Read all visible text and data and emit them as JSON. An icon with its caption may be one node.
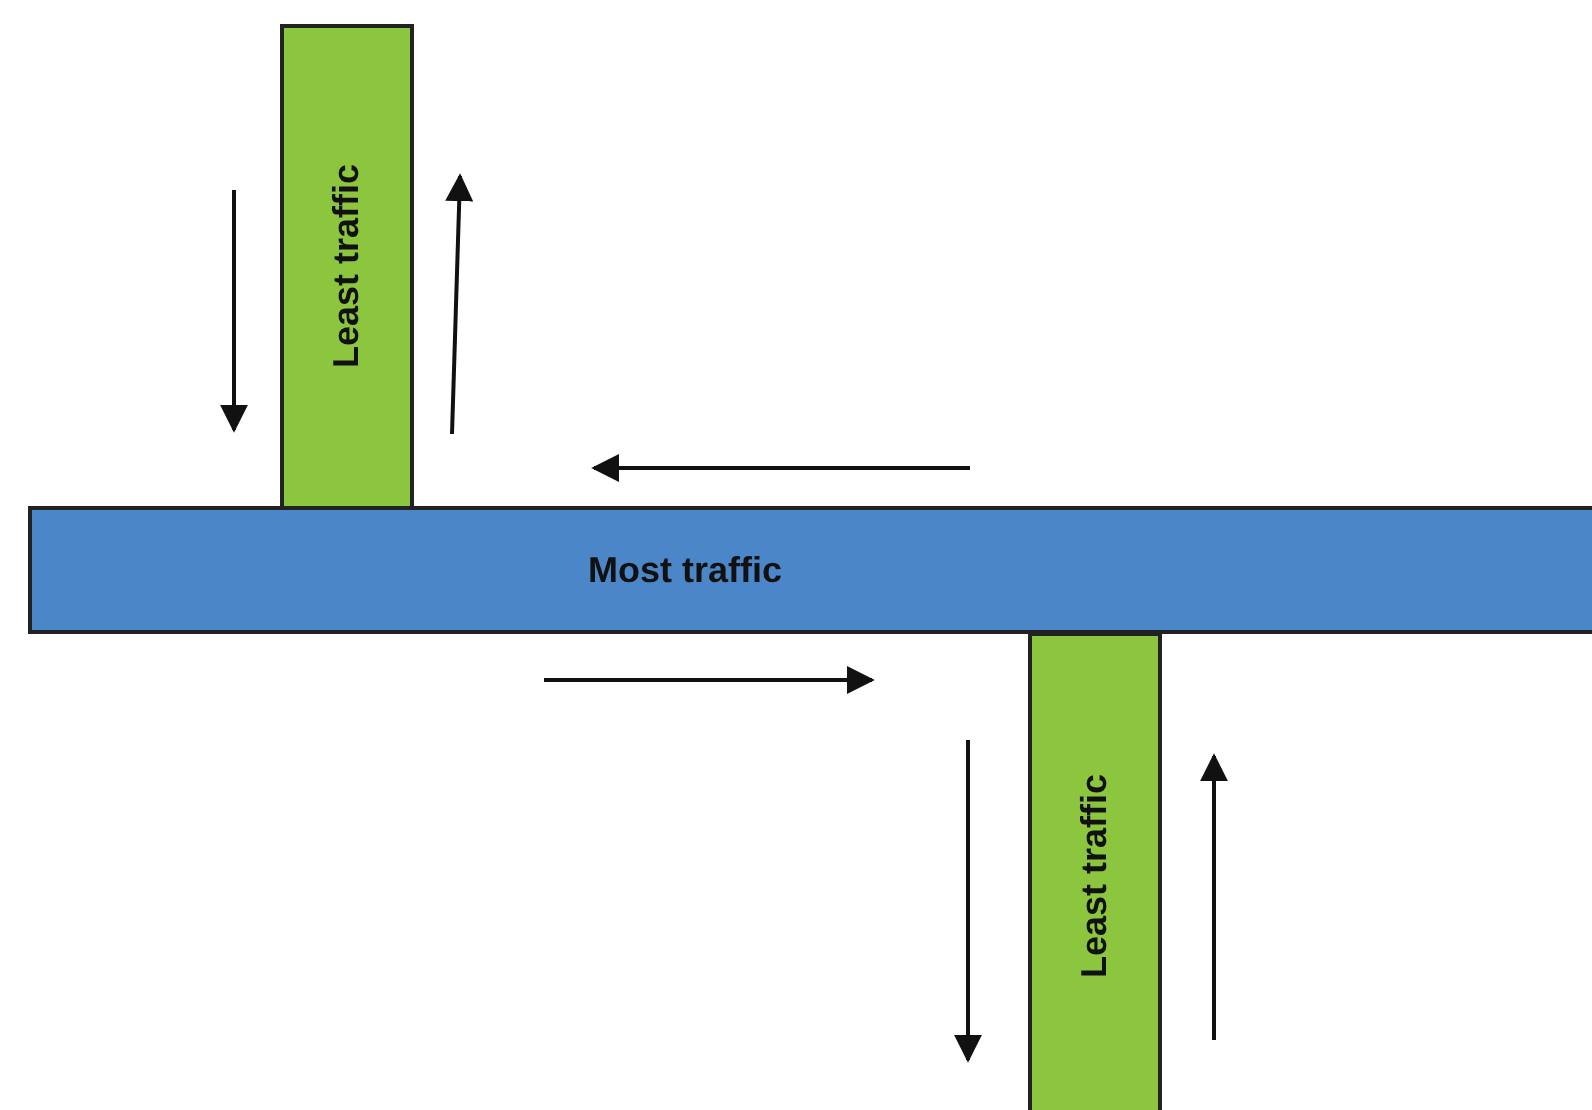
{
  "diagram": {
    "nodes": [
      {
        "text": [
          "Least traffic"
        ]
      },
      {
        "text": [
          "Most traffic"
        ]
      },
      {
        "text": [
          "Least traffic"
        ]
      }
    ]
  }
}
